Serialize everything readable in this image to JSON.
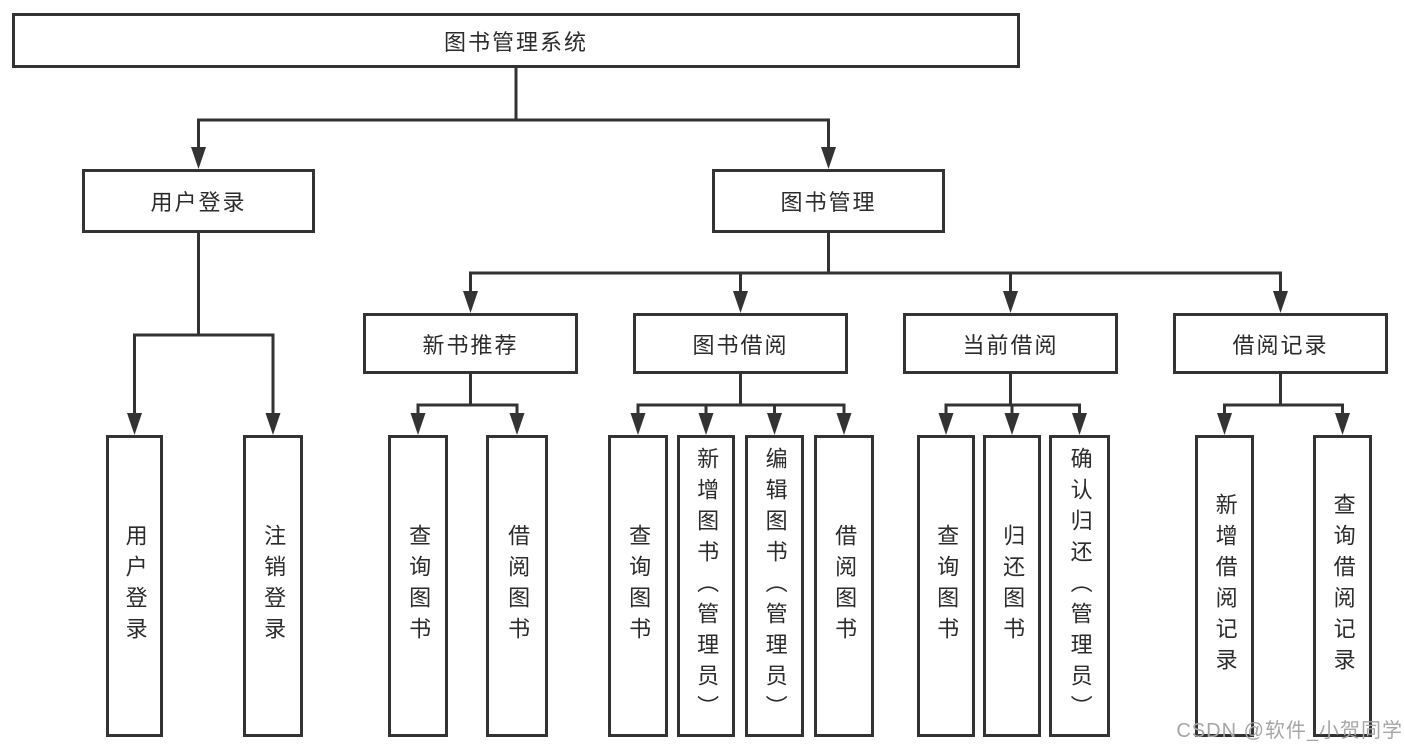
{
  "colors": {
    "background": "#ffffff",
    "line": "#333333",
    "box_border": "#333333",
    "text": "#2b2b2b",
    "watermark": "#a6a6a6"
  },
  "watermark": {
    "text": "CSDN @软件_小贺同学"
  },
  "tree": {
    "root": {
      "label": "图书管理系统",
      "children": [
        {
          "label": "用户登录",
          "children": [
            {
              "label": "用户登录"
            },
            {
              "label": "注销登录"
            }
          ]
        },
        {
          "label": "图书管理",
          "children": [
            {
              "label": "新书推荐",
              "children": [
                {
                  "label": "查询图书"
                },
                {
                  "label": "借阅图书"
                }
              ]
            },
            {
              "label": "图书借阅",
              "children": [
                {
                  "label": "查询图书"
                },
                {
                  "label": "新增图书（管理员）"
                },
                {
                  "label": "编辑图书（管理员）"
                },
                {
                  "label": "借阅图书"
                }
              ]
            },
            {
              "label": "当前借阅",
              "children": [
                {
                  "label": "查询图书"
                },
                {
                  "label": "归还图书"
                },
                {
                  "label": "确认归还（管理员）"
                }
              ]
            },
            {
              "label": "借阅记录",
              "children": [
                {
                  "label": "新增借阅记录"
                },
                {
                  "label": "查询借阅记录"
                }
              ]
            }
          ]
        }
      ]
    }
  }
}
